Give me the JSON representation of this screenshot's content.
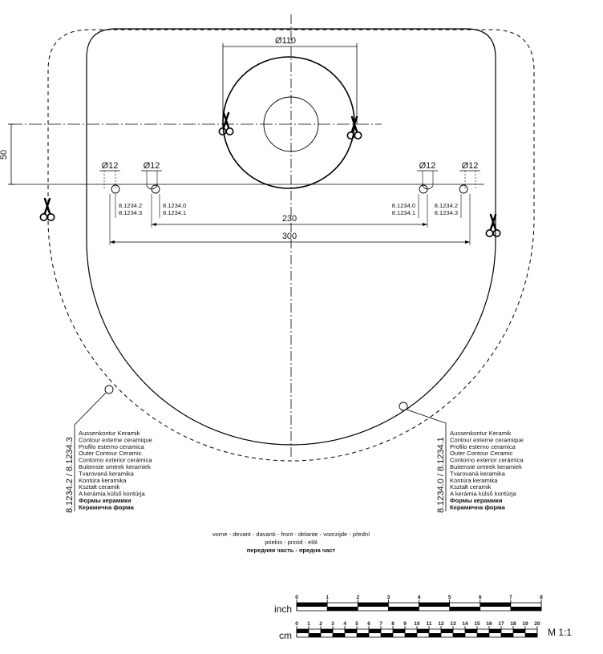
{
  "dimensions": {
    "basin_diameter": "Ø110",
    "hole_left_outer": "Ø12",
    "hole_left_inner": "Ø12",
    "hole_right_inner": "Ø12",
    "hole_right_outer": "Ø12",
    "offset_vertical": "50",
    "span_inner": "230",
    "span_outer": "300"
  },
  "part_codes": {
    "left_outer": [
      "8.1234.2",
      "8.1234.3"
    ],
    "left_inner": [
      "8.1234.0",
      "8.1234.1"
    ],
    "right_inner": [
      "8.1234.0",
      "8.1234.1"
    ],
    "right_outer": [
      "8.1234.2",
      "8.1234.3"
    ]
  },
  "legend_left": {
    "code": "8.1234.2 / 8.1234.3",
    "lines": [
      "Aussenkontur Keramik",
      "Contour externe ceramique",
      "Profilo esterno ceramica",
      "Outer Contour Ceramic",
      "Contorno exterior cerámica",
      "Buitenste omtrek keramiek",
      "Tvarovaná keramika",
      "Kontúra keramika",
      "Kształt ceramik",
      "A kerámia külső kontúrja",
      "Формы керамики",
      "Керамична форма"
    ]
  },
  "legend_right": {
    "code": "8.1234.0 / 8.1234.1",
    "lines": [
      "Aussenkontur Keramik",
      "Contour externe ceramique",
      "Profilo esterno ceramica",
      "Outer Contour Ceramic",
      "Contorno exterior cerámica",
      "Buitenste omtrek keramiek",
      "Tvarovaná keramika",
      "Kontúra keramika",
      "Kształt ceramik",
      "A kerámia külső kontúrja",
      "Формы керамики",
      "Керамична форма"
    ]
  },
  "front_label": {
    "line1": "vorne - devant - davanti - front - delante - voorzijde - přední",
    "line2": "priekis - przód - elöl",
    "line3": "передняя часть - предна част"
  },
  "scale": {
    "inch_label": "inch",
    "cm_label": "cm",
    "ratio": "M 1:1",
    "inch_ticks": [
      "0",
      "1",
      "2",
      "3",
      "4",
      "5",
      "6",
      "7",
      "8"
    ],
    "cm_ticks": [
      "0",
      "1",
      "2",
      "3",
      "4",
      "5",
      "6",
      "7",
      "8",
      "9",
      "10",
      "11",
      "12",
      "13",
      "14",
      "15",
      "16",
      "17",
      "18",
      "19",
      "20"
    ]
  },
  "icons": [
    "scissors-icon"
  ]
}
